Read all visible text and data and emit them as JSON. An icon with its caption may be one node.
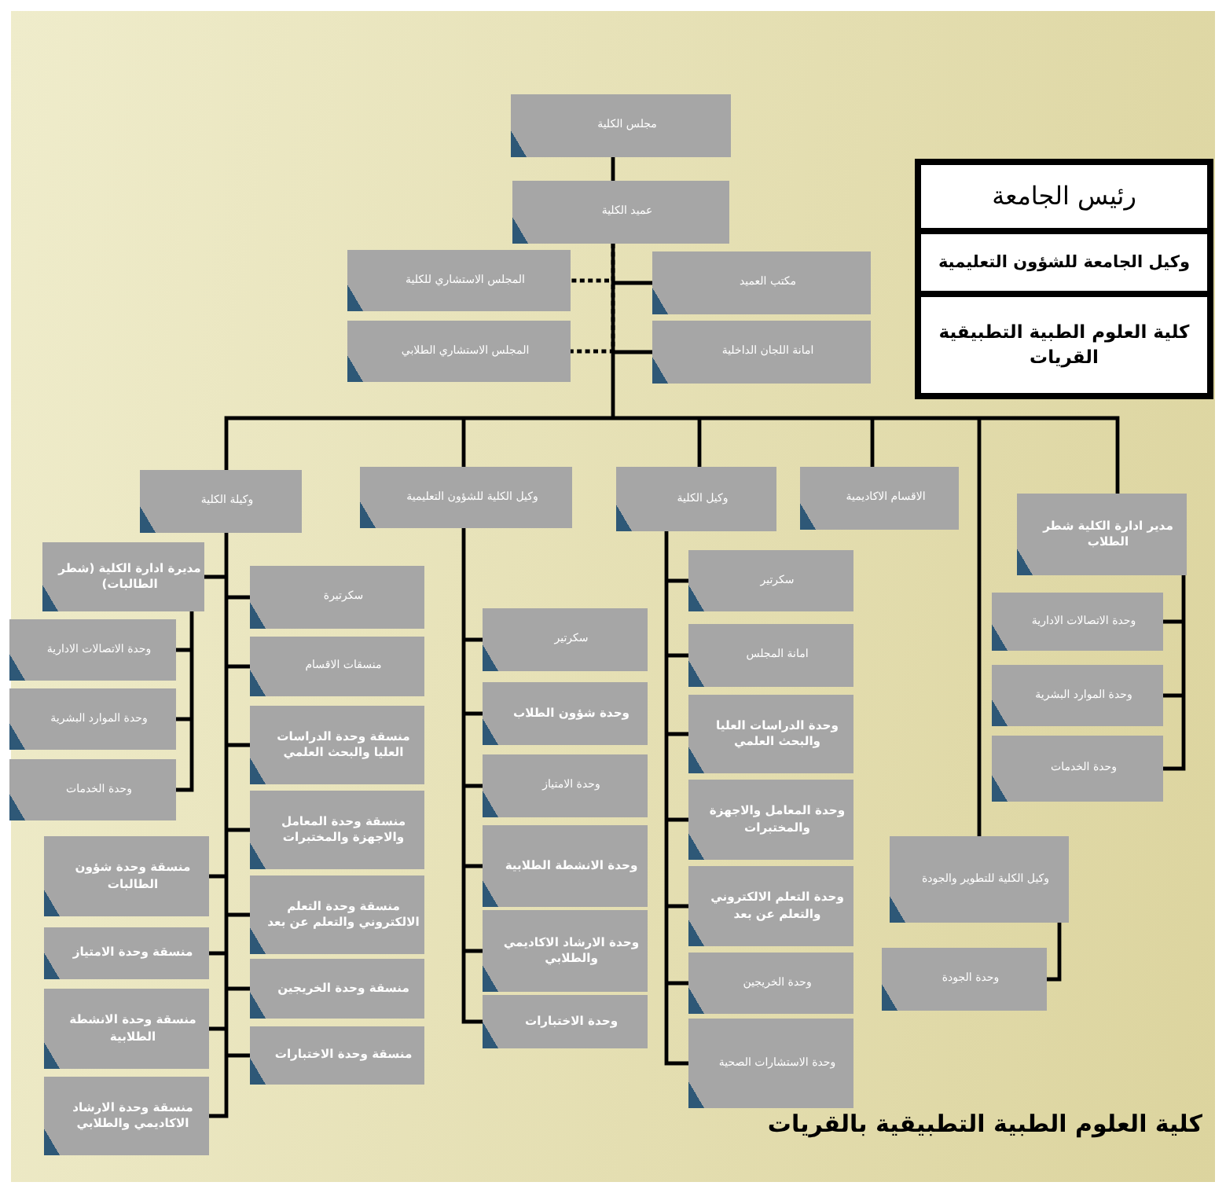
{
  "diagram": {
    "nodes": [
      {
        "text": [
          "رئيس الجامعة"
        ]
      },
      {
        "text": [
          "وكيل الجامعة للشؤون التعليمية"
        ]
      },
      {
        "text": [
          "كلية العلوم الطبية التطبيقية القريات"
        ]
      },
      {
        "text": [
          "مجلس الكلية"
        ]
      },
      {
        "text": [
          "عميد الكلية"
        ]
      },
      {
        "text": [
          "مكتب العميد"
        ]
      },
      {
        "text": [
          "المجلس الاستشاري للكلية"
        ]
      },
      {
        "text": [
          "امانة اللجان الداخلية"
        ]
      },
      {
        "text": [
          "المجلس الاستشاري الطلابي"
        ]
      },
      {
        "text": [
          "مدير ادارة الكلية شطر الطلاب"
        ]
      },
      {
        "text": [
          "وحدة الاتصالات الادارية"
        ]
      },
      {
        "text": [
          "وحدة الموارد البشرية"
        ]
      },
      {
        "text": [
          "وحدة الخدمات"
        ]
      },
      {
        "text": [
          "وكيل الكلية للتطوير والجودة"
        ]
      },
      {
        "text": [
          "وحدة الجودة"
        ]
      },
      {
        "text": [
          "الاقسام الاكاديمية"
        ]
      },
      {
        "text": [
          "وكيل الكلية"
        ]
      },
      {
        "text": [
          "سكرتير"
        ]
      },
      {
        "text": [
          "امانة المجلس"
        ]
      },
      {
        "text": [
          "وحدة الدراسات العليا والبحث العلمي"
        ]
      },
      {
        "text": [
          "وحدة المعامل والاجهزة والمختبرات"
        ]
      },
      {
        "text": [
          "وحدة التعلم الالكتروني والتعلم عن بعد"
        ]
      },
      {
        "text": [
          "وحدة الخريجين"
        ]
      },
      {
        "text": [
          "وحدة الاستشارات الصحية"
        ]
      },
      {
        "text": [
          "وكيل الكلية للشؤون التعليمية"
        ]
      },
      {
        "text": [
          "سكرتير"
        ]
      },
      {
        "text": [
          "وحدة شؤون الطلاب"
        ]
      },
      {
        "text": [
          "وحدة الامتياز"
        ]
      },
      {
        "text": [
          "وحدة الانشطة الطلابية"
        ]
      },
      {
        "text": [
          "وحدة الارشاد الاكاديمي والطلابي"
        ]
      },
      {
        "text": [
          "وحدة الاختبارات"
        ]
      },
      {
        "text": [
          "وكيلة الكلية"
        ]
      },
      {
        "text": [
          "سكرتيرة"
        ]
      },
      {
        "text": [
          "منسقات الاقسام"
        ]
      },
      {
        "text": [
          "منسقة وحدة الدراسات العليا والبحث العلمي"
        ]
      },
      {
        "text": [
          "منسقة وحدة المعامل والاجهزة والمختبرات"
        ]
      },
      {
        "text": [
          "منسقة وحدة التعلم الالكتروني والتعلم عن بعد"
        ]
      },
      {
        "text": [
          "منسقة وحدة الخريجين"
        ]
      },
      {
        "text": [
          "منسقة وحدة الاختبارات"
        ]
      },
      {
        "text": [
          "مديرة ادارة الكلية (شطر الطالبات)"
        ]
      },
      {
        "text": [
          "وحدة الاتصالات الادارية"
        ]
      },
      {
        "text": [
          "وحدة الموارد البشرية"
        ]
      },
      {
        "text": [
          "وحدة الخدمات"
        ]
      },
      {
        "text": [
          "منسقة وحدة شؤون الطالبات"
        ]
      },
      {
        "text": [
          "منسقة وحدة الامتياز"
        ]
      },
      {
        "text": [
          "منسقة وحدة الانشطة الطلابية"
        ]
      },
      {
        "text": [
          "منسقة وحدة الارشاد الاكاديمي والطلابي"
        ]
      }
    ],
    "edges": [
      {
        "from": 3,
        "to": 4,
        "arrow": "none"
      },
      {
        "from": 4,
        "to": 5,
        "arrow": "none"
      },
      {
        "from": 4,
        "to": 6,
        "arrow": "none",
        "style": "dashed"
      },
      {
        "from": 4,
        "to": 7,
        "arrow": "none"
      },
      {
        "from": 4,
        "to": 8,
        "arrow": "none",
        "style": "dashed"
      },
      {
        "from": 4,
        "to": 9,
        "arrow": "none"
      },
      {
        "from": 4,
        "to": 13,
        "arrow": "none"
      },
      {
        "from": 4,
        "to": 15,
        "arrow": "none"
      },
      {
        "from": 4,
        "to": 16,
        "arrow": "none"
      },
      {
        "from": 4,
        "to": 24,
        "arrow": "none"
      },
      {
        "from": 4,
        "to": 31,
        "arrow": "none"
      },
      {
        "from": 9,
        "to": 10,
        "arrow": "none"
      },
      {
        "from": 9,
        "to": 11,
        "arrow": "none"
      },
      {
        "from": 9,
        "to": 12,
        "arrow": "none"
      },
      {
        "from": 13,
        "to": 14,
        "arrow": "none"
      },
      {
        "from": 16,
        "to": 17,
        "arrow": "none"
      },
      {
        "from": 16,
        "to": 18,
        "arrow": "none"
      },
      {
        "from": 16,
        "to": 19,
        "arrow": "none"
      },
      {
        "from": 16,
        "to": 20,
        "arrow": "none"
      },
      {
        "from": 16,
        "to": 21,
        "arrow": "none"
      },
      {
        "from": 16,
        "to": 22,
        "arrow": "none"
      },
      {
        "from": 16,
        "to": 23,
        "arrow": "none"
      },
      {
        "from": 24,
        "to": 25,
        "arrow": "none"
      },
      {
        "from": 24,
        "to": 26,
        "arrow": "none"
      },
      {
        "from": 24,
        "to": 27,
        "arrow": "none"
      },
      {
        "from": 24,
        "to": 28,
        "arrow": "none"
      },
      {
        "from": 24,
        "to": 29,
        "arrow": "none"
      },
      {
        "from": 24,
        "to": 30,
        "arrow": "none"
      },
      {
        "from": 31,
        "to": 32,
        "arrow": "none"
      },
      {
        "from": 31,
        "to": 33,
        "arrow": "none"
      },
      {
        "from": 31,
        "to": 34,
        "arrow": "none"
      },
      {
        "from": 31,
        "to": 35,
        "arrow": "none"
      },
      {
        "from": 31,
        "to": 36,
        "arrow": "none"
      },
      {
        "from": 31,
        "to": 37,
        "arrow": "none"
      },
      {
        "from": 31,
        "to": 38,
        "arrow": "none"
      },
      {
        "from": 31,
        "to": 39,
        "arrow": "none"
      },
      {
        "from": 39,
        "to": 40,
        "arrow": "none"
      },
      {
        "from": 39,
        "to": 41,
        "arrow": "none"
      },
      {
        "from": 39,
        "to": 42,
        "arrow": "none"
      },
      {
        "from": 31,
        "to": 43,
        "arrow": "none"
      },
      {
        "from": 31,
        "to": 44,
        "arrow": "none"
      },
      {
        "from": 31,
        "to": 45,
        "arrow": "none"
      },
      {
        "from": 31,
        "to": 46,
        "arrow": "none"
      }
    ],
    "caption": "كلية العلوم الطبية التطبيقية بالقريات"
  }
}
